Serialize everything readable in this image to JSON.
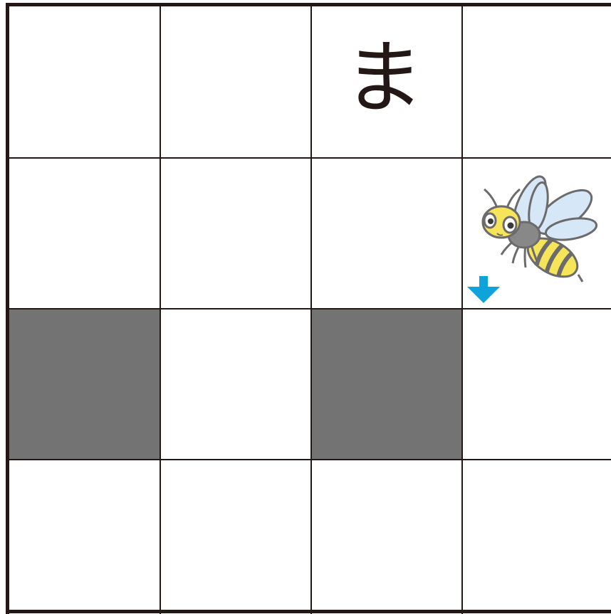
{
  "board": {
    "rows": 4,
    "cols": 4,
    "cells": [
      [
        "",
        "",
        "ま",
        ""
      ],
      [
        "",
        "",
        "",
        ""
      ],
      [
        "",
        "",
        "",
        ""
      ],
      [
        "",
        "",
        "",
        ""
      ]
    ],
    "blocked": [
      [
        false,
        false,
        false,
        false
      ],
      [
        false,
        false,
        false,
        false
      ],
      [
        true,
        false,
        true,
        false
      ],
      [
        false,
        false,
        false,
        false
      ]
    ]
  },
  "character": {
    "icon": "bee-icon",
    "row": 1,
    "col": 3
  },
  "direction": {
    "icon": "arrow-down-icon",
    "value": "down"
  },
  "colors": {
    "grid": "#231815",
    "blocked": "#737373",
    "arrow": "#0fa3dc",
    "bee_body": "#f6e45b",
    "bee_wing": "#d6e8f7",
    "bee_outline": "#6b6b6b"
  }
}
